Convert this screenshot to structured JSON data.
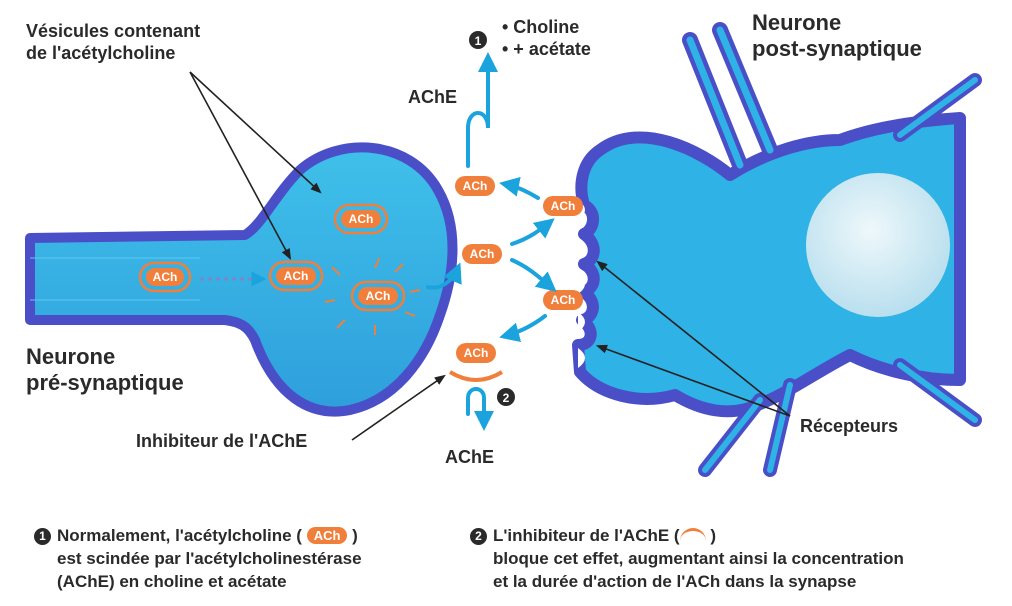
{
  "labels": {
    "vesicles": [
      "Vésicules contenant",
      "de l'acétylcholine"
    ],
    "post_neuron": [
      "Neurone",
      "post-synaptique"
    ],
    "pre_neuron": [
      "Neurone",
      "pré-synaptique"
    ],
    "products": [
      "• Choline",
      "• + acétate"
    ],
    "ache_top": "AChE",
    "ache_bottom": "AChE",
    "inhibitor": "Inhibiteur de l'AChE",
    "receptors": "Récepteurs",
    "ach": "ACh",
    "step1_marker": "1",
    "step2_marker": "2"
  },
  "captions": {
    "step1": {
      "marker": "1",
      "before": "Normalement, l'acétylcholine (",
      "pill": "ACh",
      "after": ")",
      "line2": "est scindée par l'acétylcholinestérase",
      "line3": "(AChE) en choline et acétate"
    },
    "step2": {
      "marker": "2",
      "before": "L'inhibiteur de l'AChE (",
      "after": ")",
      "line2": "bloque cet effet, augmentant ainsi la concentration",
      "line3": "et la durée d'action de l'ACh dans la synapse"
    }
  },
  "colors": {
    "neuron_light": "#35b6e6",
    "neuron_dark": "#4a4fc7",
    "ach_orange": "#f07f3c",
    "arrow_blue": "#1aa3dc",
    "nucleus": "#cfe9f3"
  }
}
